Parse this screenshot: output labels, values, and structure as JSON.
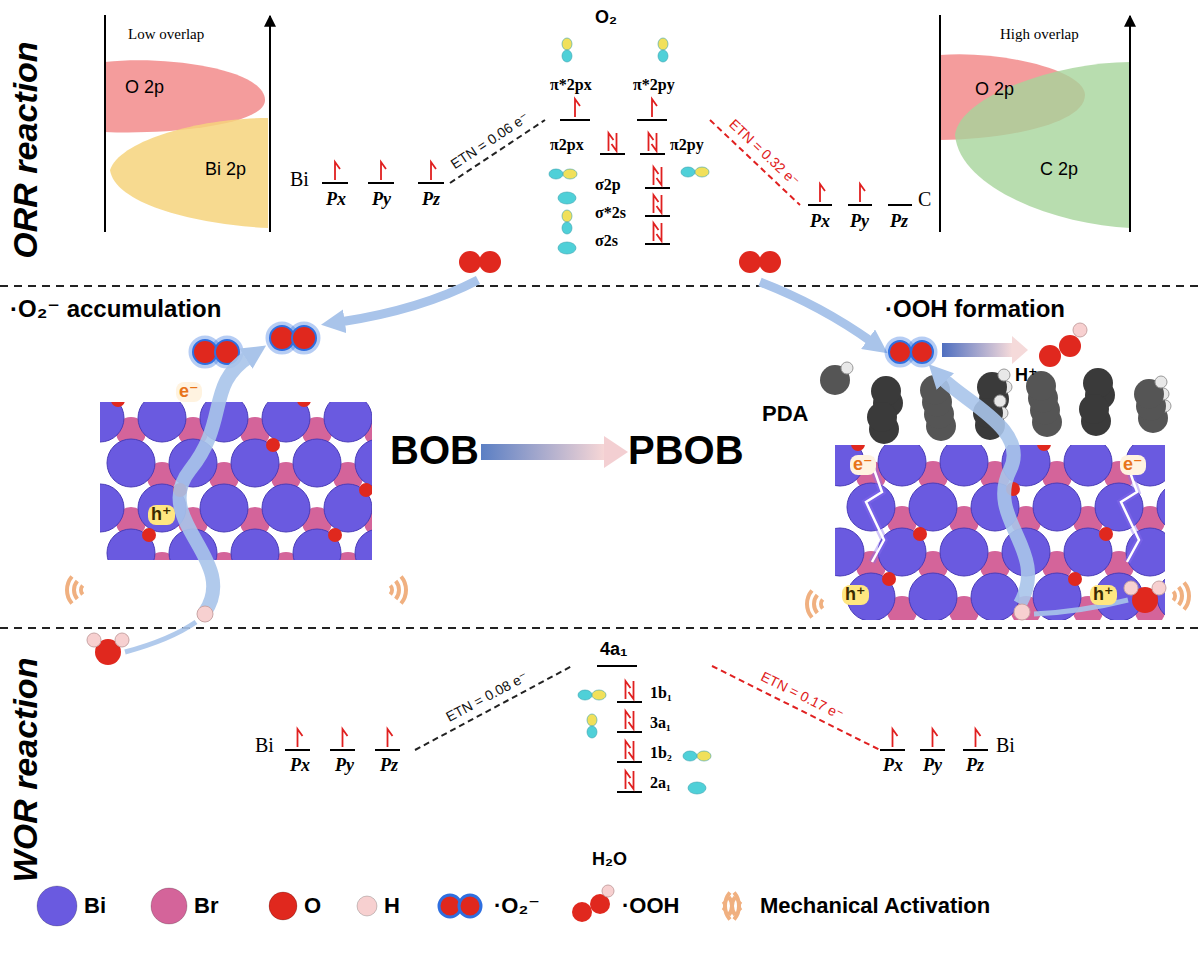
{
  "diagram": {
    "nodes": [
      {
        "text": [
          "Bi",
          "Px",
          "Py",
          "Pz"
        ]
      },
      {
        "text": [
          "O₂",
          "π*2px",
          "π*2py",
          "π2px",
          "π2py",
          "σ2p",
          "σ*2s",
          "σ2s"
        ]
      },
      {
        "text": [
          "Px",
          "Py",
          "Pz",
          "C"
        ]
      },
      {
        "text": [
          "BOB"
        ]
      },
      {
        "text": [
          "PBOB"
        ]
      },
      {
        "text": [
          "Bi",
          "Px",
          "Py",
          "Pz"
        ]
      },
      {
        "text": [
          "4a₁",
          "1b₁",
          "3a₁",
          "1b₂",
          "2a₁",
          "H₂O"
        ]
      },
      {
        "text": [
          "Px",
          "Py",
          "Pz",
          "Bi"
        ]
      }
    ],
    "edges": [
      {
        "from": 0,
        "to": 1,
        "arrow": "none",
        "label": "ETN = 0.06 e⁻"
      },
      {
        "from": 1,
        "to": 2,
        "arrow": "none",
        "label": "ETN = 0.32 e⁻"
      },
      {
        "from": 3,
        "to": 4,
        "arrow": "to"
      },
      {
        "from": 5,
        "to": 6,
        "arrow": "none",
        "label": "ETN = 0.08 e⁻"
      },
      {
        "from": 6,
        "to": 7,
        "arrow": "none",
        "label": "ETN = 0.17 e⁻"
      }
    ],
    "labels": [
      "ORR reaction",
      "Low overlap",
      "O 2p",
      "Bi 2p",
      "High overlap",
      "O 2p",
      "C 2p",
      "·O₂⁻ accumulation",
      "·OOH formation",
      "H⁺",
      "PDA",
      "e⁻",
      "h⁺",
      "e⁻",
      "e⁻",
      "h⁺",
      "h⁺",
      "WOR reaction"
    ],
    "legend": [
      {
        "text": "Bi",
        "color": "#6a5ae0"
      },
      {
        "text": "Br",
        "color": "#d4649a"
      },
      {
        "text": "O",
        "color": "#e0281e"
      },
      {
        "text": "H",
        "color": "#f7d0d0"
      },
      {
        "text": "·O₂⁻"
      },
      {
        "text": "·OOH"
      },
      {
        "text": "Mechanical Activation"
      }
    ]
  }
}
